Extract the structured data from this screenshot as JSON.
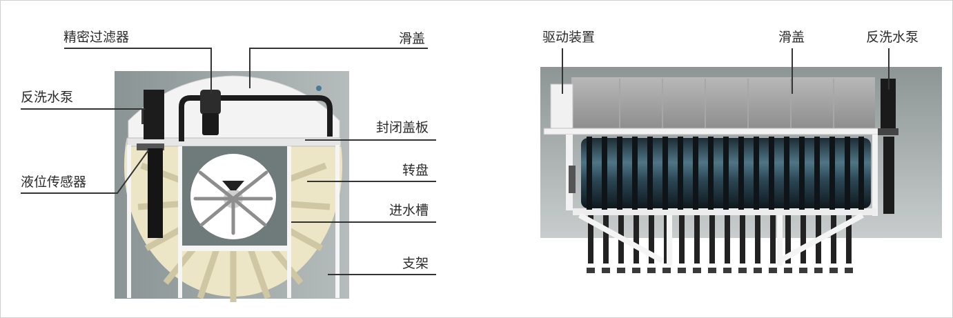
{
  "left_diagram": {
    "labels": {
      "precision_filter": "精密过滤器",
      "sliding_cover": "滑盖",
      "backwash_pump": "反洗水泵",
      "sealing_cover_plate": "封闭盖板",
      "turntable": "转盘",
      "level_sensor": "液位传感器",
      "inlet_channel": "进水槽",
      "bracket": "支架"
    }
  },
  "right_diagram": {
    "labels": {
      "drive_unit": "驱动装置",
      "sliding_cover": "滑盖",
      "backwash_pump": "反洗水泵"
    }
  },
  "colors": {
    "disc": "#ece6c6",
    "disc_line": "#c9c3a2",
    "gray_frame": "#6e7b7a",
    "pipe": "#222222",
    "background_gray": "#9aa3a3",
    "drum": "#2e4a58",
    "leader": "#333333"
  }
}
